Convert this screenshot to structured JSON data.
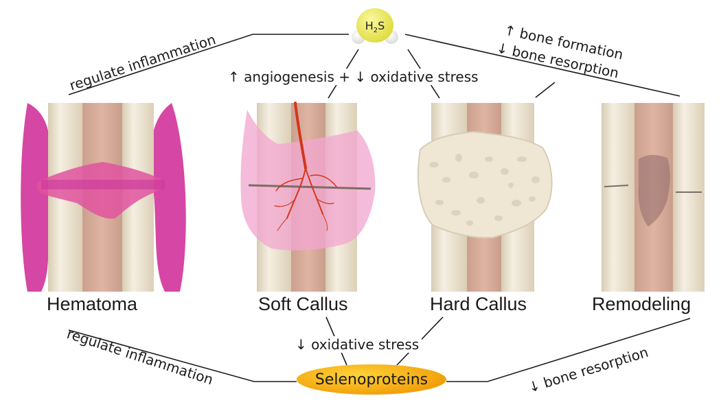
{
  "molecule_top": {
    "prefix": "H",
    "subscript": "2",
    "suffix": "S"
  },
  "molecule_bottom": "Selenoproteins",
  "stages": [
    {
      "label": "Hematoma"
    },
    {
      "label": "Soft Callus"
    },
    {
      "label": "Hard Callus"
    },
    {
      "label": "Remodeling"
    }
  ],
  "h2s_effects": {
    "hematoma": "regulate inflammation",
    "callus": "↑ angiogenesis + ↓ oxidative stress",
    "remodeling_1": "↑ bone formation",
    "remodeling_2": "↓ bone resorption"
  },
  "selenoprotein_effects": {
    "hematoma": "regulate inflammation",
    "callus": "↓ oxidative stress",
    "remodeling": "↓ bone resorption"
  },
  "colors": {
    "bone": "#ece2cf",
    "marrow": "#d9ab98",
    "hematoma": "#d2329a",
    "callus_soft": "#f2a8cf",
    "callus_hard": "#efe6d4",
    "vessel": "#d5351b",
    "h2s": "#e9e43c",
    "selenoproteins": "#f4a51e"
  }
}
